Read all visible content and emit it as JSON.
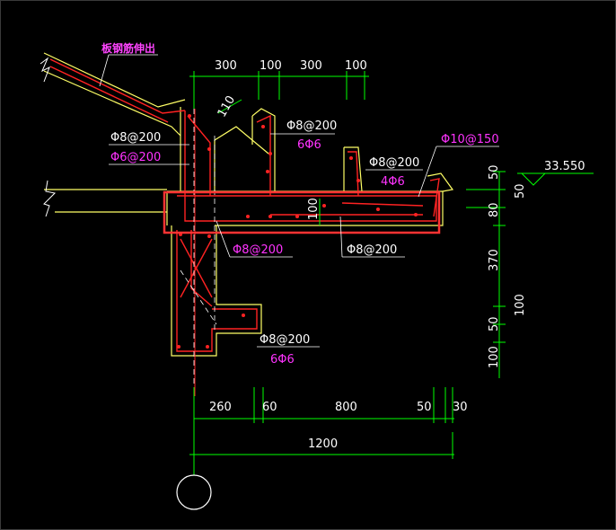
{
  "drawing": {
    "note_slab_extension": "板钢筋伸出",
    "elevation": "33.550",
    "top_dims": [
      "300",
      "100",
      "300",
      "100"
    ],
    "angled_dim": "110",
    "bottom_dims": [
      "260",
      "60",
      "800",
      "50",
      "30"
    ],
    "total_dim": "1200",
    "right_dims": [
      "50",
      "50",
      "80",
      "370",
      "100",
      "50",
      "100"
    ],
    "inner_dim": "100",
    "labels": {
      "rebar_upper_mid": "Φ8@200",
      "rebar_upper_mid_count": "6Φ6",
      "rebar_left_1": "Φ8@200",
      "rebar_left_2": "Φ6@200",
      "rebar_right_mid": "Φ8@200",
      "rebar_right_mid_count": "4Φ6",
      "rebar_right_top": "Φ10@150",
      "rebar_slab_left": "Φ8@200",
      "rebar_slab_right": "Φ8@200",
      "rebar_beam_bottom": "Φ8@200",
      "rebar_beam_bottom_count": "6Φ6"
    },
    "colors": {
      "background": "#000000",
      "concrete_outline": "#ffff66",
      "rebar": "#ff2222",
      "dimension_line": "#00ff00",
      "highlight_box": "#ff3333",
      "rebar_text": "#ff33ff",
      "dimension_text": "#ffffff"
    }
  }
}
